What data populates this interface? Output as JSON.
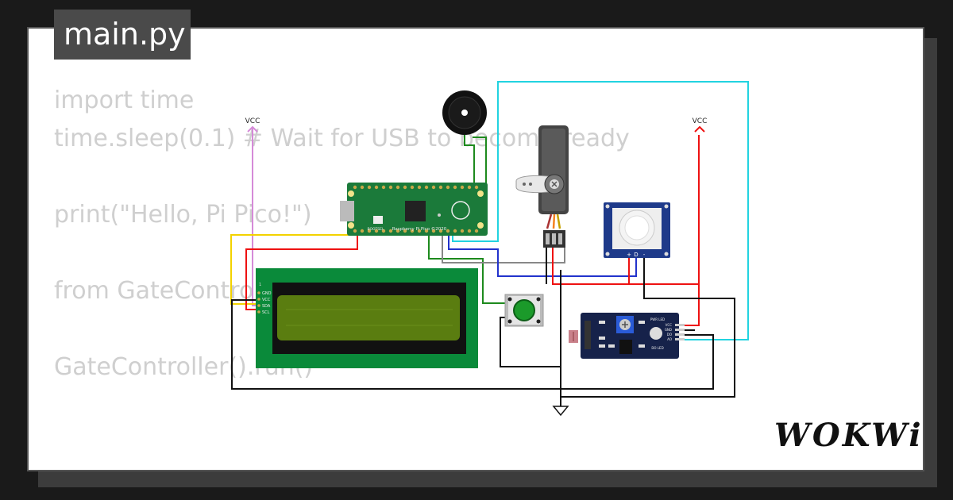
{
  "file_tab": {
    "label": "main.py"
  },
  "code_lines": [
    "import time",
    "time.sleep(0.1) # Wait for USB to become ready",
    "",
    "print(\"Hello, Pi Pico!\")",
    "",
    "from GateController",
    "",
    "GateController().run()"
  ],
  "circuit": {
    "vcc_left": "VCC",
    "vcc_right": "VCC",
    "pico_silk_bottom": "Raspberry Pi Pico ©2020",
    "pico_silk_side": "BOOTSEL",
    "lcd_pins": [
      "1",
      "GND",
      "VCC",
      "SDA",
      "SCL"
    ],
    "pir_pins": [
      "+",
      "D",
      "-"
    ],
    "sensor_pins": [
      "VCC",
      "GND",
      "DO",
      "AO"
    ],
    "sensor_labels": [
      "PWR LED",
      "DO LED"
    ]
  },
  "colors": {
    "pico_green": "#1b7a3a",
    "lcd_board": "#0a8a3a",
    "lcd_screen": "#5a7d10",
    "wire_red": "#e11",
    "wire_black": "#111",
    "wire_yellow": "#f3d200",
    "wire_blue": "#2233cc",
    "wire_cyan": "#22d3e0",
    "wire_violet": "#d58ad8",
    "wire_green": "#1d8a1d",
    "wire_gray": "#888888",
    "wire_orange": "#f58220"
  },
  "brand": "WOKWi"
}
